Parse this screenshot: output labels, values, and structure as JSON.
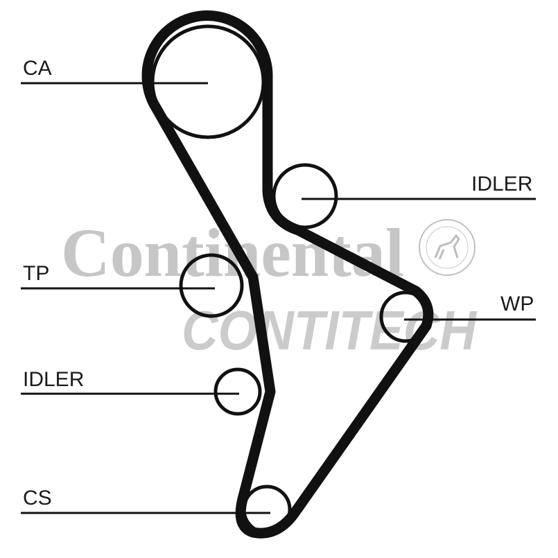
{
  "watermark": {
    "brand": "Continental",
    "sub_brand": "CONTITECH"
  },
  "labels": {
    "ca": "CA",
    "idler_upper": "IDLER",
    "tp": "TP",
    "wp": "WP",
    "idler_lower": "IDLER",
    "cs": "CS"
  },
  "colors": {
    "belt": "#111111",
    "watermark": "#c6c6c6"
  }
}
